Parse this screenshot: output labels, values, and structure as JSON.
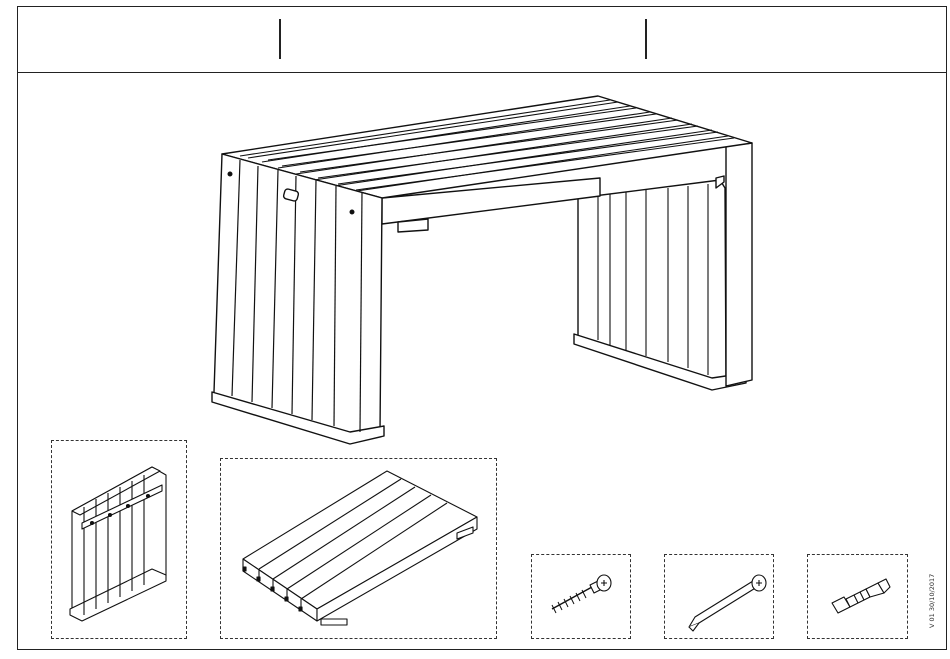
{
  "header": {
    "cells": [
      "",
      "",
      ""
    ]
  },
  "assembly": {
    "title": ""
  },
  "parts": [
    {
      "name": "side-panel"
    },
    {
      "name": "seat-top"
    },
    {
      "name": "screw"
    },
    {
      "name": "nail"
    },
    {
      "name": "bit"
    }
  ],
  "footer": {
    "version": "V 01 30/10/2017"
  }
}
